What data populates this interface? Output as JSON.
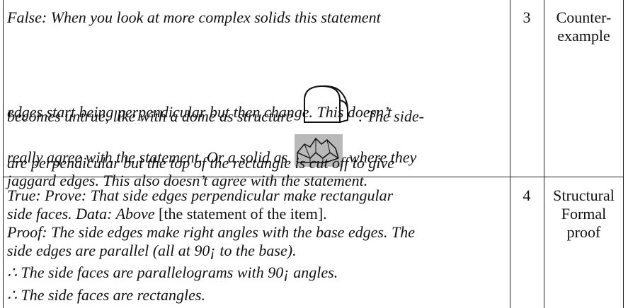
{
  "rows": [
    {
      "lines": [
        "False: When you look at more complex solids this statement",
        "becomes untrue, like with a dome as structure",
        ". The side-",
        "edges start being perpendicular but then change. This doesn’t",
        "really agree with the statement. Or a solid as",
        "where they",
        "are perpendicular but the top of the rectangle is cut off to give",
        "jaggard edges. This also doesn’t agree with the statement."
      ],
      "level": "3",
      "classification": [
        "Counter-",
        "example"
      ]
    },
    {
      "lines": [
        "True: Prove: That side edges perpendicular make rectangular",
        "side faces. Data: Above",
        "[the statement of the item].",
        "Proof: The side edges make right angles with the base edges. The",
        "side edges are parallel (all at 90¡ to the base).",
        "∴ The side faces are parallelograms with 90¡ angles.",
        "∴ The side faces are rectangles."
      ],
      "level": "4",
      "classification": [
        "Structural",
        "Formal",
        "proof"
      ]
    }
  ],
  "icons": {
    "dome": "dome-icon",
    "jagged_solid": "jagged-solid-icon"
  }
}
